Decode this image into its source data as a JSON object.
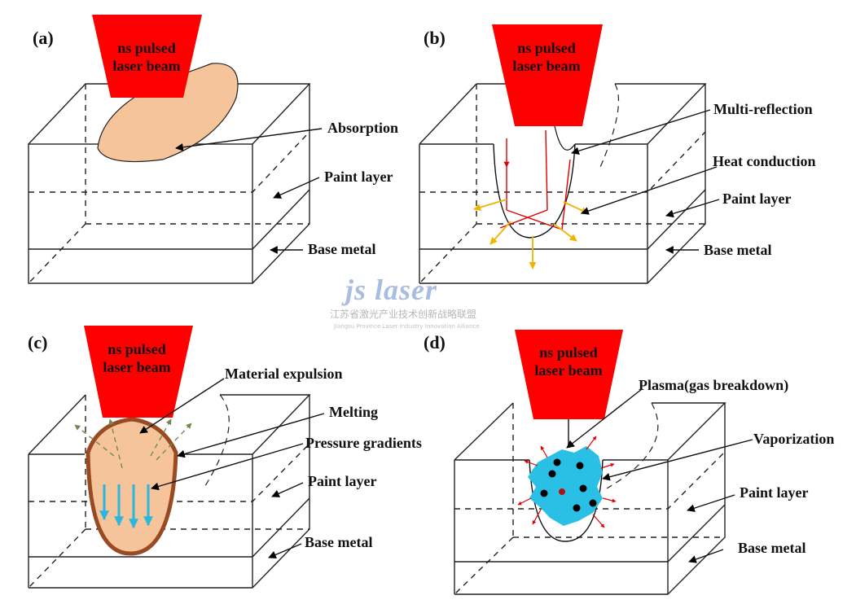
{
  "panels": {
    "a": {
      "id": "(a)",
      "beam": [
        "ns pulsed",
        "laser beam"
      ],
      "labels": {
        "absorption": "Absorption",
        "paint": "Paint layer",
        "base": "Base metal"
      }
    },
    "b": {
      "id": "(b)",
      "beam": [
        "ns pulsed",
        "laser beam"
      ],
      "labels": {
        "reflection": "Multi-reflection",
        "conduction": "Heat conduction",
        "paint": "Paint layer",
        "base": "Base metal"
      }
    },
    "c": {
      "id": "(c)",
      "beam": [
        "ns pulsed",
        "laser beam"
      ],
      "labels": {
        "expulsion": "Material expulsion",
        "melting": "Melting",
        "pressure": "Pressure gradients",
        "paint": "Paint layer",
        "base": "Base metal"
      }
    },
    "d": {
      "id": "(d)",
      "beam": [
        "ns pulsed",
        "laser beam"
      ],
      "labels": {
        "plasma": "Plasma(gas breakdown)",
        "vaporization": "Vaporization",
        "paint": "Paint layer",
        "base": "Base metal"
      }
    }
  },
  "watermark": {
    "brand": "js laser",
    "cn": "江苏省激光产业技术创新战略联盟",
    "en": "Jiangsu Province Laser Industry Innovation Alliance"
  },
  "colors": {
    "beam": "#ff0000",
    "absorption_fill": "#f5c49a",
    "melt_border": "#9a4a22",
    "heat_arrow": "#f0b400",
    "pressure_arrow": "#2bb6dc",
    "plasma": "#2ac0e6",
    "expulsion_arrow": "#6f8a4a",
    "watermark_brand": "#a9bde0"
  }
}
